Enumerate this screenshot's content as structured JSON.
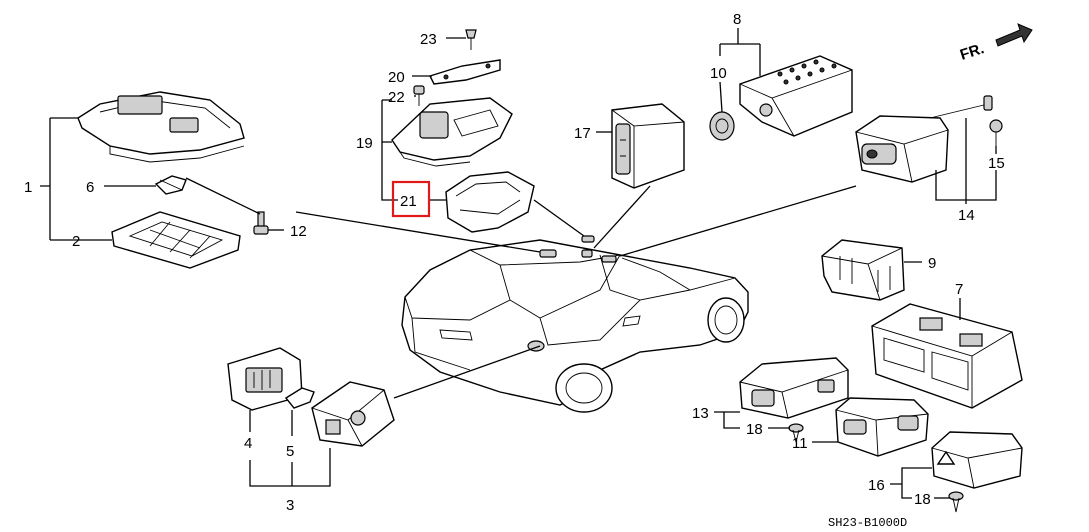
{
  "callouts": {
    "c1": "1",
    "c2": "2",
    "c3": "3",
    "c4": "4",
    "c5": "5",
    "c6": "6",
    "c7": "7",
    "c8": "8",
    "c9": "9",
    "c10": "10",
    "c11": "11",
    "c12": "12",
    "c13": "13",
    "c14": "14",
    "c15": "15",
    "c16": "16",
    "c17": "17",
    "c18a": "18",
    "c18b": "18",
    "c19": "19",
    "c20": "20",
    "c21": "21",
    "c22": "22",
    "c23": "23"
  },
  "direction_label": "FR.",
  "diagram_code": "SH23-B1000D",
  "highlight": {
    "target": "21",
    "color": "#e01818"
  }
}
